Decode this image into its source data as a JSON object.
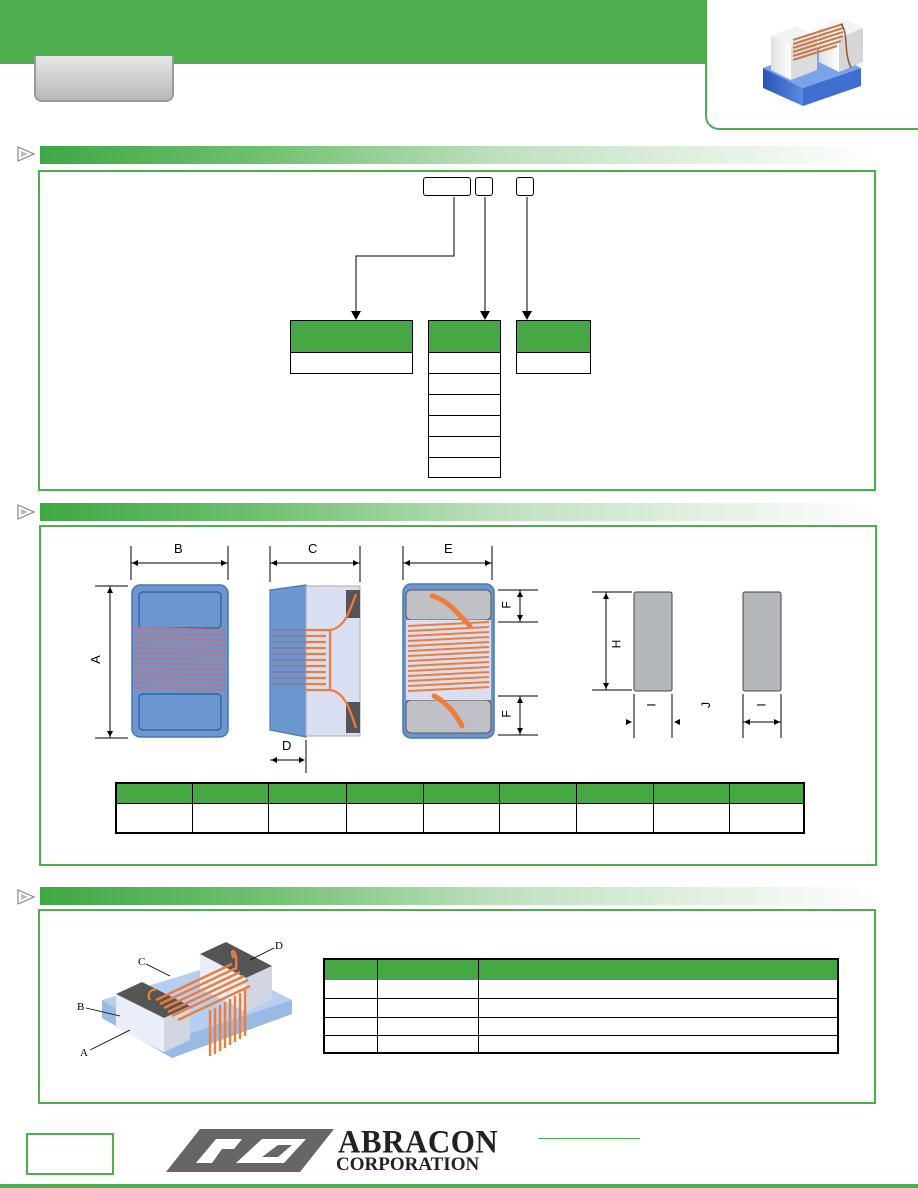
{
  "header": {
    "banner_color": "#4cae4c",
    "tab_color": "#c8c8c8",
    "photo": "wire-wound-chip-inductor-photo"
  },
  "sections": [
    {
      "name": "part-numbering",
      "icon": "triangle-arrow-icon"
    },
    {
      "name": "dimensions",
      "icon": "triangle-arrow-icon"
    },
    {
      "name": "construction",
      "icon": "triangle-arrow-icon"
    }
  ],
  "diagram_labels": {
    "dim_a": "A",
    "dim_b": "B",
    "dim_c": "C",
    "dim_d": "D",
    "dim_e": "E",
    "dim_f_top": "F",
    "dim_f_bottom": "F",
    "dim_h": "H",
    "dim_i_left": "I",
    "dim_j": "J",
    "dim_i_right": "I"
  },
  "construction_labels": {
    "a": "A",
    "b": "B",
    "c": "C",
    "d": "D"
  },
  "logo": {
    "line1": "ABRACON",
    "line2": "CORPORATION"
  },
  "colors": {
    "accent": "#4cae4c",
    "core_blue": "#6a97d0",
    "winding": "#f07c3a"
  }
}
